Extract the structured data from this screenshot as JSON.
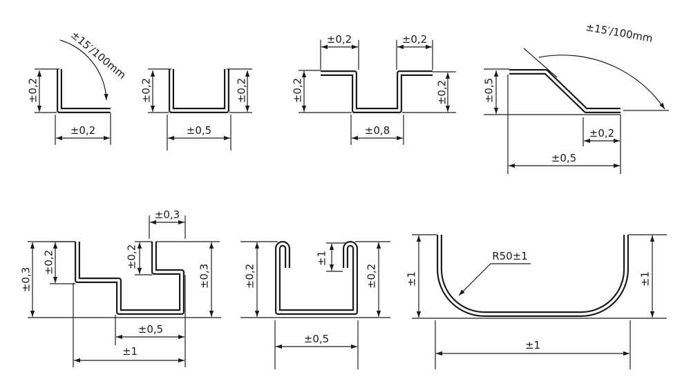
{
  "diagram": {
    "profile_1": {
      "angle_tol": "±15′/100mm",
      "height_tol": "±0,2",
      "width_tol": "±0,2"
    },
    "profile_2": {
      "left_height_tol": "±0,2",
      "right_height_tol": "±0,2",
      "width_tol": "±0,5"
    },
    "profile_3": {
      "left_flange_tol": "±0,2",
      "right_flange_tol": "±0,2",
      "left_height_tol": "±0,2",
      "right_height_tol": "±0,2",
      "bottom_width_tol": "±0,8"
    },
    "profile_4": {
      "angle_tol": "±15′/100mm",
      "height_tol": "±0,5",
      "flange_tol": "±0,2",
      "total_width_tol": "±0,5"
    },
    "profile_5": {
      "top_tol": "±0,3",
      "outer_left_height_tol": "±0,3",
      "inner_left_height_tol": "±0,2",
      "inner_right_height_tol": "±0,2",
      "right_height_tol": "±0,3",
      "bottom_width_tol": "±0,5",
      "total_width_tol": "±1"
    },
    "profile_6": {
      "left_height_tol": "±0,2",
      "inner_lip_tol": "±1",
      "right_height_tol": "±0,2",
      "width_tol": "±0,5"
    },
    "profile_7": {
      "radius_tol": "R50±1",
      "left_height_tol": "±1",
      "right_height_tol": "±1",
      "width_tol": "±1"
    }
  }
}
